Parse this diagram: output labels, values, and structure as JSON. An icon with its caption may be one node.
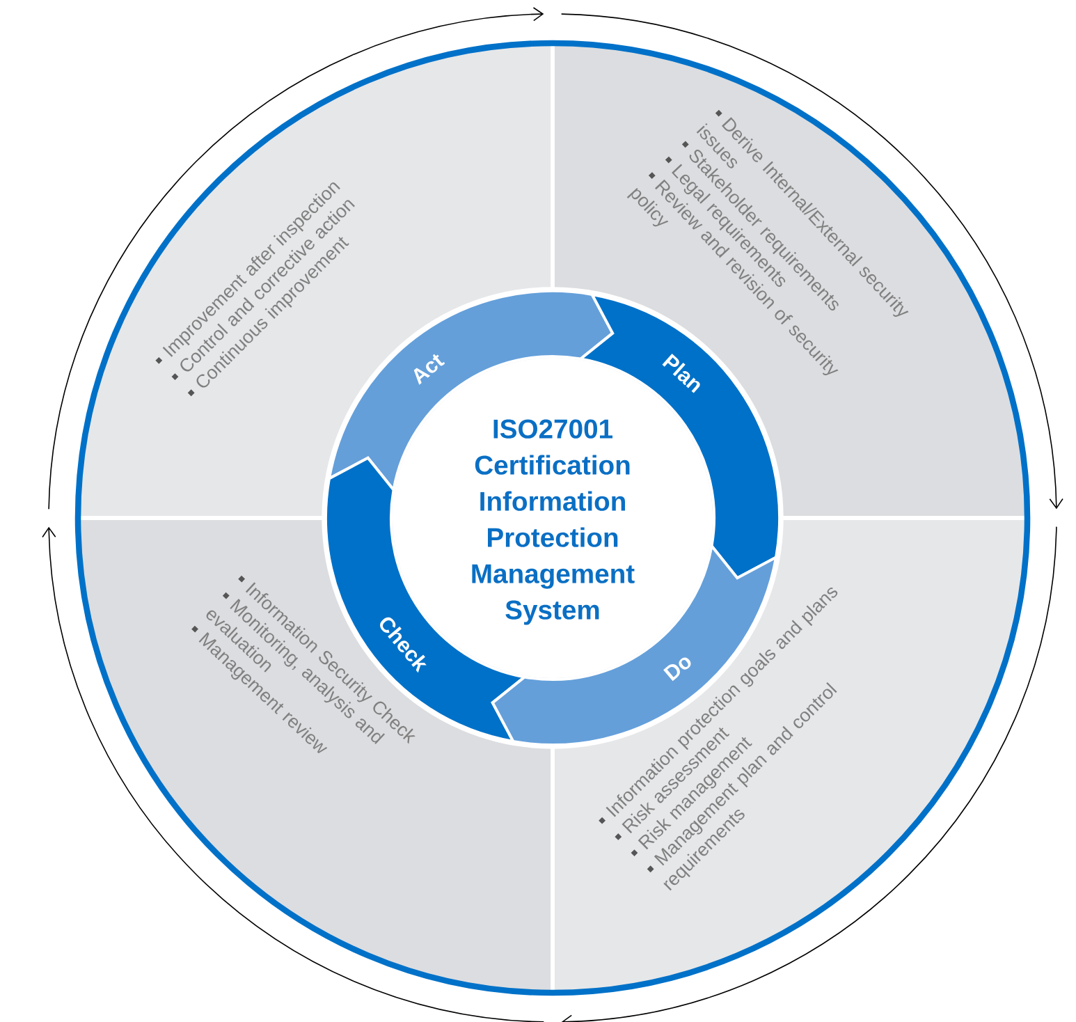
{
  "diagram": {
    "nodes": [
      {
        "text": [
          "Improvement after inspection",
          "Control and corrective action",
          "Continuous improvement"
        ]
      },
      {
        "text": [
          "Derive Internal/External security issues",
          "Stakeholder requirements",
          "Legal requirements",
          "Review and revision of security policy"
        ]
      },
      {
        "text": [
          "Act"
        ]
      },
      {
        "text": [
          "Plan"
        ]
      },
      {
        "text": [
          "ISO27001 Certification Information Protection Management System"
        ]
      },
      {
        "text": [
          "Check"
        ]
      },
      {
        "text": [
          "Do"
        ]
      },
      {
        "text": [
          "Information Security Check",
          "Monitoring, analysis and evaluation",
          "Management review"
        ]
      },
      {
        "text": [
          "Information protection goals and plans",
          "Risk assessment",
          "Risk management",
          "Management plan and control requirements"
        ]
      }
    ]
  }
}
